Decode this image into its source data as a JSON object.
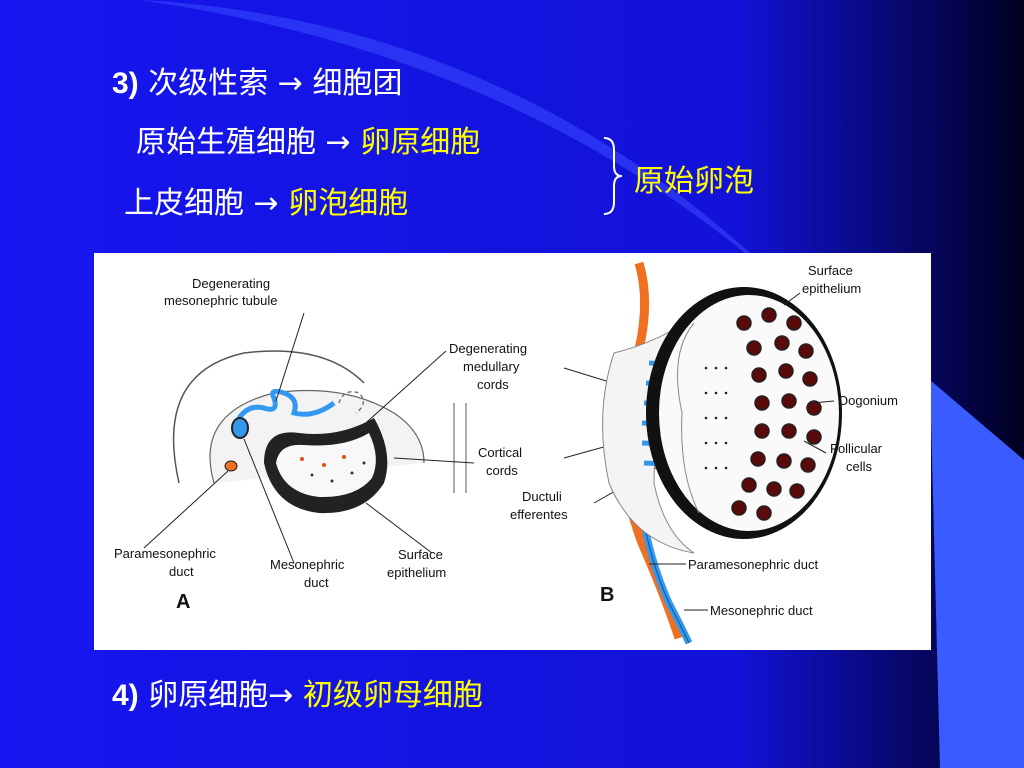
{
  "slide": {
    "colors": {
      "background": "#1414ee",
      "text": "#ffffff",
      "highlight": "#ffff00",
      "dark_corner": "#000022"
    },
    "line1": {
      "num": "3)",
      "text": "次级性索 → 细胞团"
    },
    "line2": {
      "text": "原始生殖细胞 → ",
      "highlight": "卵原细胞"
    },
    "line3": {
      "text": "上皮细胞 → ",
      "highlight": "卵泡细胞"
    },
    "brace_result": "原始卵泡",
    "line4": {
      "num": "4)",
      "text": "卵原细胞→ ",
      "highlight": "初级卵母细胞"
    }
  },
  "figure": {
    "panel_a": {
      "letter": "A",
      "labels": {
        "degenerating_tubule_1": "Degenerating",
        "degenerating_tubule_2": "mesonephric tubule",
        "paramesonephric_1": "Paramesonephric",
        "paramesonephric_2": "duct",
        "mesonephric_1": "Mesonephric",
        "mesonephric_2": "duct",
        "surface_1": "Surface",
        "surface_2": "epithelium"
      }
    },
    "center_labels": {
      "medullary_1": "Degenerating",
      "medullary_2": "medullary",
      "medullary_3": "cords",
      "cortical_1": "Cortical",
      "cortical_2": "cords",
      "ductuli_1": "Ductuli",
      "ductuli_2": "efferentes"
    },
    "panel_b": {
      "letter": "B",
      "labels": {
        "surface_1": "Surface",
        "surface_2": "epithelium",
        "oogonium": "Oogonium",
        "follicular_1": "Follicular",
        "follicular_2": "cells",
        "paramesonephric": "Paramesonephric duct",
        "mesonephric": "Mesonephric duct"
      }
    }
  }
}
